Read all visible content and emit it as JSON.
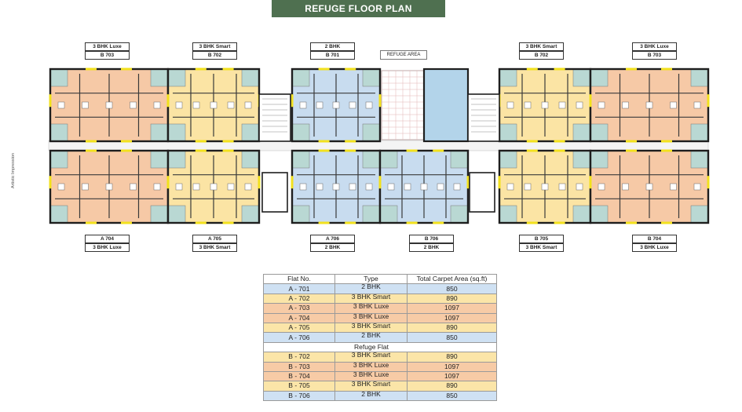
{
  "title": "REFUGE FLOOR PLAN",
  "top_tags": [
    {
      "type": "3 BHK Luxe",
      "flat": "B 703"
    },
    {
      "type": "3 BHK Smart",
      "flat": "B 702"
    },
    {
      "type": "2 BHK",
      "flat": "B 701"
    },
    {
      "type": "3 BHK Smart",
      "flat": "B 702"
    },
    {
      "type": "3 BHK Luxe",
      "flat": "B 703"
    }
  ],
  "refuge_area_label": "REFUGE AREA",
  "bottom_tags": [
    {
      "flat": "A 704",
      "type": "3 BHK Luxe"
    },
    {
      "flat": "A 705",
      "type": "3 BHK Smart"
    },
    {
      "flat": "A 706",
      "type": "2 BHK"
    },
    {
      "flat": "B 706",
      "type": "2 BHK"
    },
    {
      "flat": "B 705",
      "type": "3 BHK Smart"
    },
    {
      "flat": "B 704",
      "type": "3 BHK Luxe"
    }
  ],
  "side_note": "Artistic Impression",
  "colors": {
    "title_bg": "#4f7050",
    "luxe": "#f6c9a6",
    "smart": "#fbe4a4",
    "two_bhk": "#c8dcef",
    "wall": "#1e1e1e",
    "window": "#f2e11e",
    "balcony": "#b9d8d3"
  },
  "table": {
    "headers": [
      "Flat No.",
      "Type",
      "Total Carpet Area (sq.ft)"
    ],
    "rows_a": [
      {
        "flat": "A - 701",
        "type": "2 BHK",
        "area": "850",
        "color": "#cfe1f3"
      },
      {
        "flat": "A - 702",
        "type": "3 BHK Smart",
        "area": "890",
        "color": "#fbe5a8"
      },
      {
        "flat": "A - 703",
        "type": "3 BHK Luxe",
        "area": "1097",
        "color": "#f7cba6"
      },
      {
        "flat": "A - 704",
        "type": "3 BHK Luxe",
        "area": "1097",
        "color": "#f7cba6"
      },
      {
        "flat": "A - 705",
        "type": "3 BHK Smart",
        "area": "890",
        "color": "#fbe5a8"
      },
      {
        "flat": "A - 706",
        "type": "2 BHK",
        "area": "850",
        "color": "#cfe1f3"
      }
    ],
    "refuge_row": "Refuge Flat",
    "rows_b": [
      {
        "flat": "B - 702",
        "type": "3 BHK Smart",
        "area": "890",
        "color": "#fbe5a8"
      },
      {
        "flat": "B - 703",
        "type": "3 BHK Luxe",
        "area": "1097",
        "color": "#f7cba6"
      },
      {
        "flat": "B - 704",
        "type": "3 BHK Luxe",
        "area": "1097",
        "color": "#f7cba6"
      },
      {
        "flat": "B - 705",
        "type": "3 BHK Smart",
        "area": "890",
        "color": "#fbe5a8"
      },
      {
        "flat": "B - 706",
        "type": "2 BHK",
        "area": "850",
        "color": "#cfe1f3"
      }
    ]
  }
}
